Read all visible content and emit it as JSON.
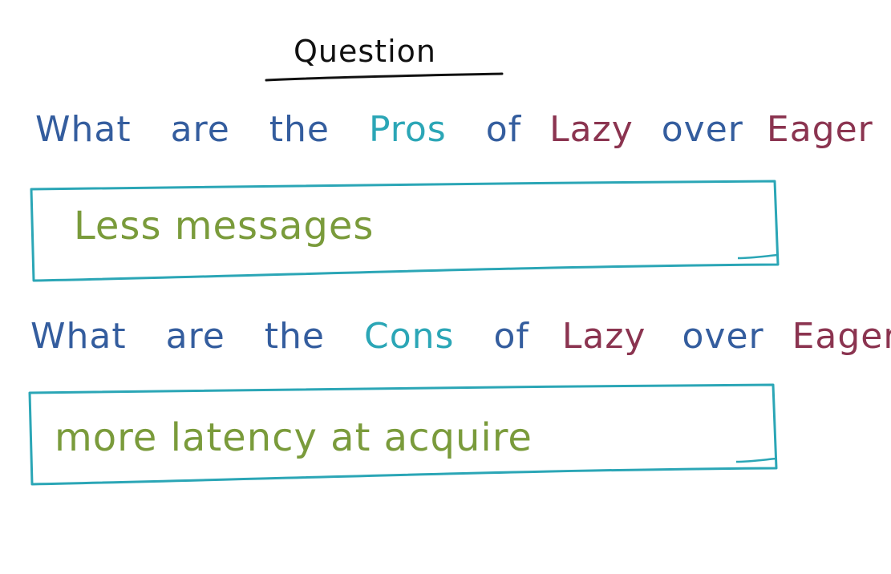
{
  "title": "Question",
  "questions": [
    {
      "words": [
        "What",
        "are",
        "the"
      ],
      "highlight": "Pros",
      "of": "of",
      "lazy": "Lazy",
      "over": "over",
      "eager": "Eager",
      "qmark": "?",
      "answer": "Less messages"
    },
    {
      "words": [
        "What",
        "are",
        "the"
      ],
      "highlight": "Cons",
      "of": "of",
      "lazy": "Lazy",
      "over": "over",
      "eager": "Eager",
      "qmark": "?",
      "answer": "more latency at acquire"
    }
  ],
  "colors": {
    "question_text": "#345d9e",
    "highlight": "#2ba6b6",
    "lazy_eager": "#8b3450",
    "answer_text": "#7a9b3b",
    "box_stroke": "#2ba6b6"
  }
}
